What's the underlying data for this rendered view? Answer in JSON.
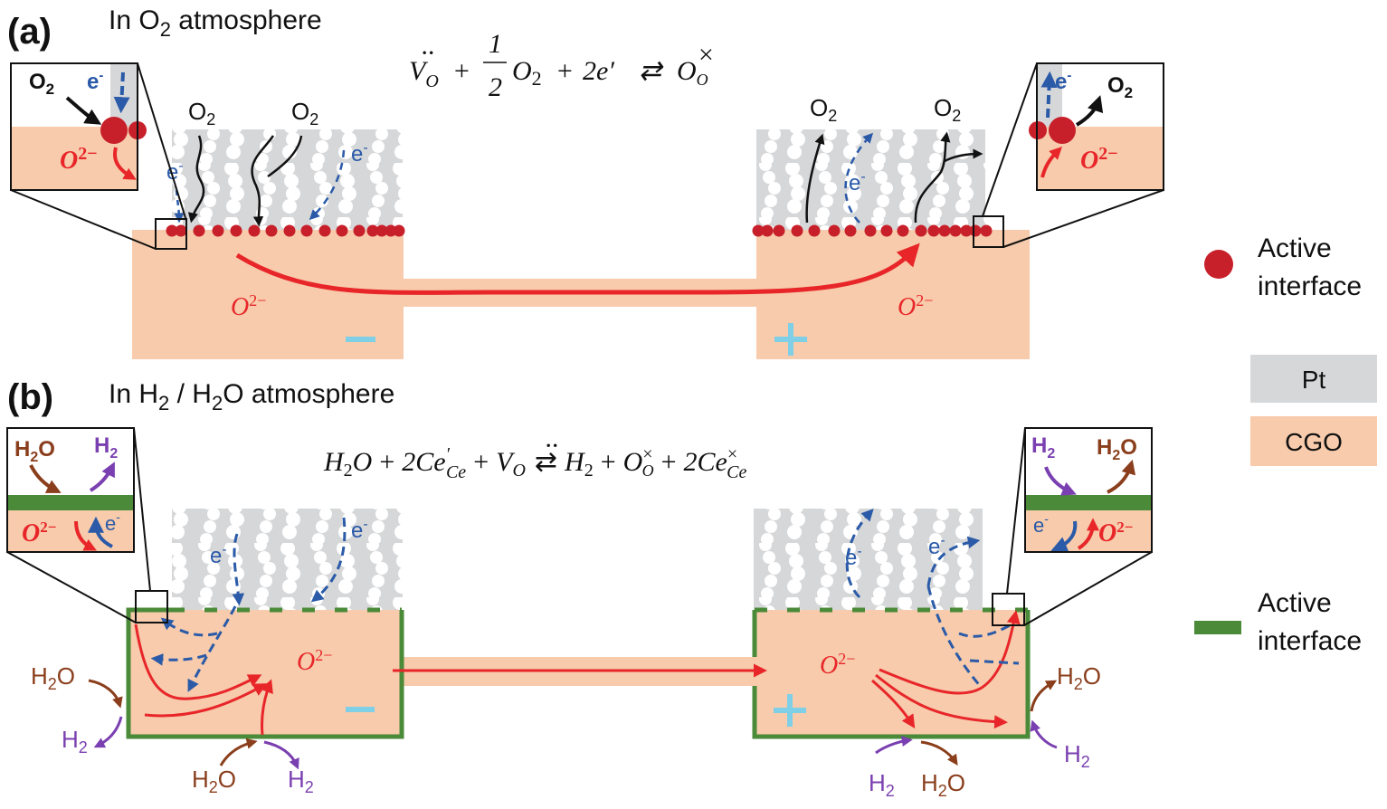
{
  "colors": {
    "pt": "#d6d7d9",
    "cgo": "#f7cbab",
    "active_dot": "#c8202a",
    "active_line": "#4a8a38",
    "ion_arrow": "#e8262a",
    "electron": "#2a5aa8",
    "water": "#8a3e1c",
    "hydrogen": "#7a3fb0",
    "minus_plus": "#7fd0e6",
    "frame": "#111111"
  },
  "panel_a": {
    "label": "(a)",
    "atmosphere_prefix": "In O",
    "atmosphere_sub": "2",
    "atmosphere_suffix": " atmosphere",
    "equation": {
      "v": "V",
      "v_sub": "O",
      "v_sup": "··",
      "plus1": "+",
      "frac_num": "1",
      "frac_den": "2",
      "o2": "O",
      "o2_sub": "2",
      "plus2": "+",
      "electrons": "2e′",
      "arrow": "⇄",
      "product": "O",
      "product_sub": "O",
      "product_sup": "×"
    },
    "left_electrode": {
      "gas_labels": [
        "O",
        "O"
      ],
      "gas_sub": "2",
      "electron_label": "e",
      "electron_sup": "-",
      "ion_label": "O",
      "ion_sup": "2−",
      "polarity": "−"
    },
    "right_electrode": {
      "gas_labels": [
        "O",
        "O"
      ],
      "gas_sub": "2",
      "electron_label": "e",
      "electron_sup": "-",
      "ion_label": "O",
      "ion_sup": "2−",
      "polarity": "+"
    },
    "inset_left": {
      "gas": "O",
      "gas_sub": "2",
      "electron": "e",
      "electron_sup": "-",
      "ion": "O",
      "ion_sup": "2−"
    },
    "inset_right": {
      "gas": "O",
      "gas_sub": "2",
      "electron": "e",
      "electron_sup": "-",
      "ion": "O",
      "ion_sup": "2−"
    }
  },
  "panel_b": {
    "label": "(b)",
    "atmosphere_prefix": "In H",
    "atmosphere_sub1": "2",
    "atmosphere_mid": " / H",
    "atmosphere_sub2": "2",
    "atmosphere_suffix": "O atmosphere",
    "equation": {
      "h2o": "H",
      "h2o_sub": "2",
      "h2o_tail": "O",
      "plus1": "+",
      "ce_coef": "2Ce",
      "ce_sup": "′",
      "ce_sub": "Ce",
      "plus2": "+",
      "v": "V",
      "v_sub": "O",
      "v_sup": "··",
      "arrow": "⇄",
      "h2": "H",
      "h2_sub": "2",
      "plus3": "+",
      "o": "O",
      "o_sub": "O",
      "o_sup": "×",
      "plus4": "+",
      "ce2": "2Ce",
      "ce2_sub": "Ce",
      "ce2_sup": "×"
    },
    "left_electrode": {
      "electron_label": "e",
      "electron_sup": "-",
      "ion_label": "O",
      "ion_sup": "2−",
      "polarity": "−",
      "side_h2o": "H",
      "side_h2o_sub": "2",
      "side_h2o_tail": "O",
      "side_h2": "H",
      "side_h2_sub": "2"
    },
    "right_electrode": {
      "electron_label": "e",
      "electron_sup": "-",
      "ion_label": "O",
      "ion_sup": "2−",
      "polarity": "+",
      "side_h2o": "H",
      "side_h2o_sub": "2",
      "side_h2o_tail": "O",
      "side_h2": "H",
      "side_h2_sub": "2"
    },
    "inset_left": {
      "h2o": "H",
      "h2o_sub": "2",
      "h2o_tail": "O",
      "h2": "H",
      "h2_sub": "2",
      "ion": "O",
      "ion_sup": "2−",
      "electron": "e",
      "electron_sup": "-"
    },
    "inset_right": {
      "h2o": "H",
      "h2o_sub": "2",
      "h2o_tail": "O",
      "h2": "H",
      "h2_sub": "2",
      "ion": "O",
      "ion_sup": "2−",
      "electron": "e",
      "electron_sup": "-"
    }
  },
  "legend": {
    "active_dot_line1": "Active",
    "active_dot_line2": "interface",
    "pt_label": "Pt",
    "cgo_label": "CGO",
    "active_line_line1": "Active",
    "active_line_line2": "interface"
  }
}
